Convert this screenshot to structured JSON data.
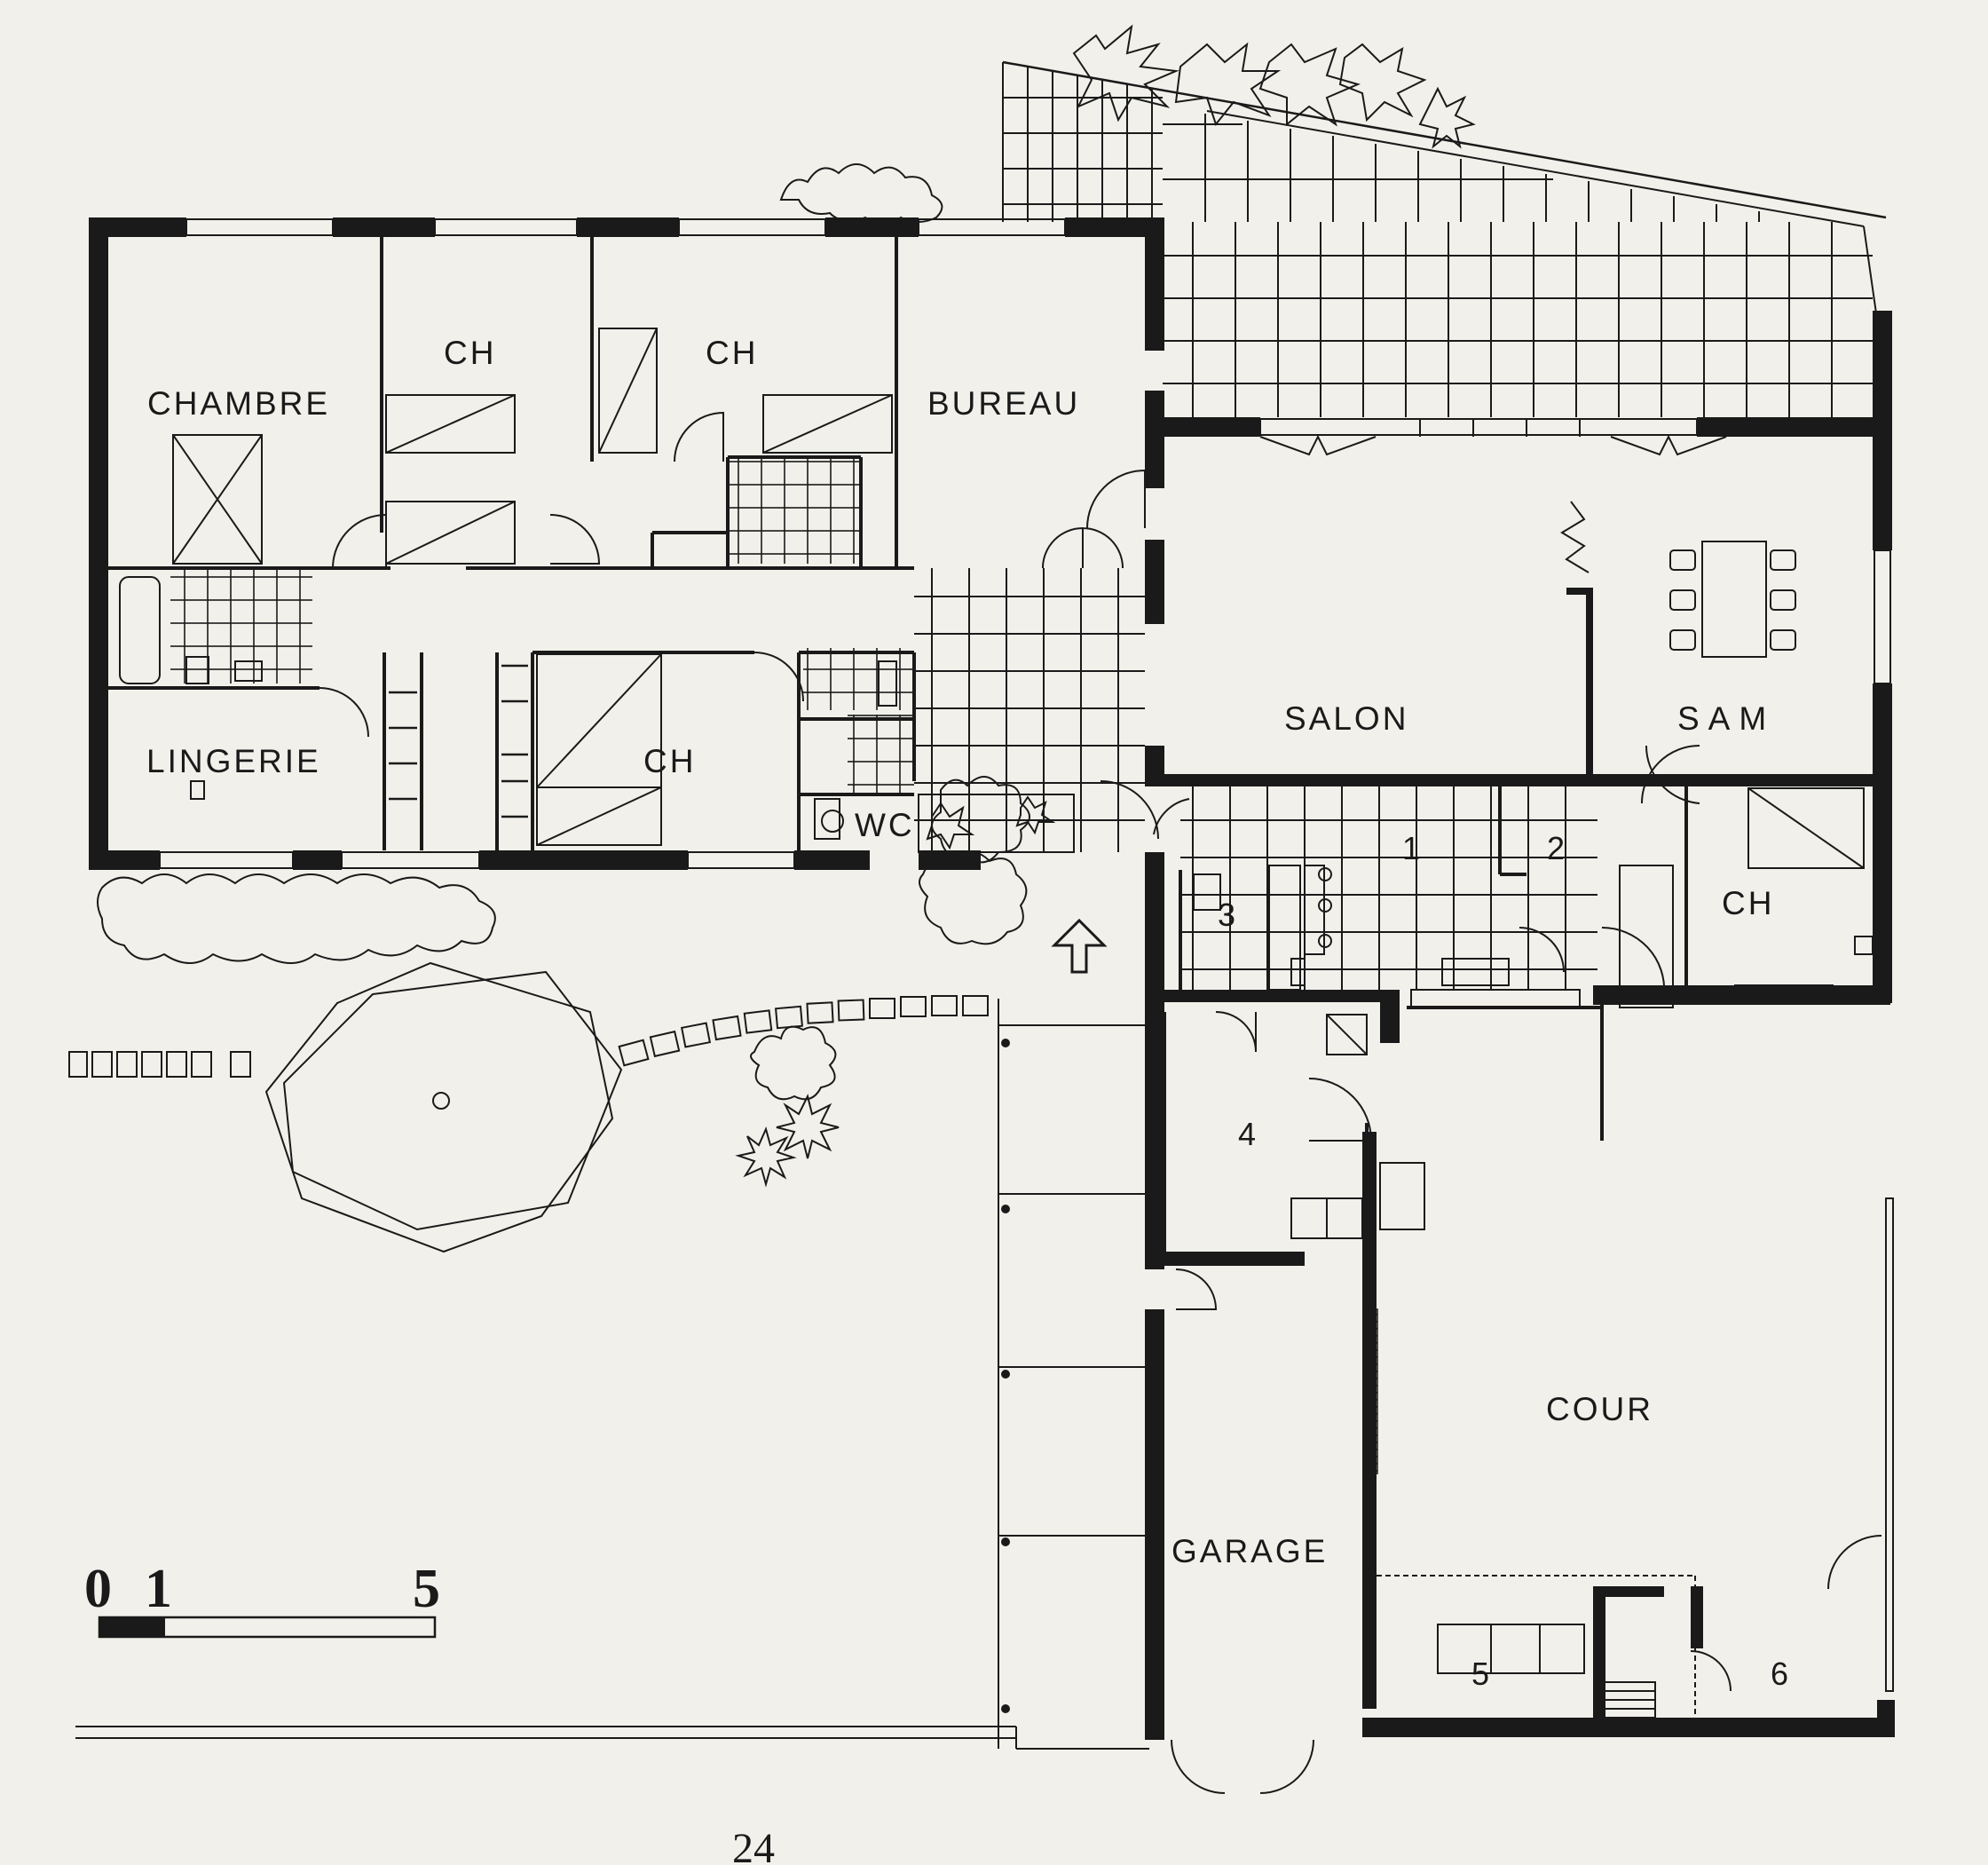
{
  "rooms": {
    "chambre": "CHAMBRE",
    "ch_top_1": "CH",
    "ch_top_2": "CH",
    "bureau": "BUREAU",
    "lingerie": "LINGERIE",
    "ch_middle": "CH",
    "wc": "WC",
    "salon": "SALON",
    "sam": "SAM",
    "ch_right": "CH",
    "cour": "COUR",
    "garage": "GARAGE"
  },
  "numbers": {
    "n1": "1",
    "n2": "2",
    "n3": "3",
    "n4": "4",
    "n5": "5",
    "n6": "6"
  },
  "scale": {
    "zero": "0",
    "one": "1",
    "five": "5"
  },
  "page_number": "24",
  "colors": {
    "paper": "#f1f0ea",
    "ink": "#1a1a1a"
  }
}
